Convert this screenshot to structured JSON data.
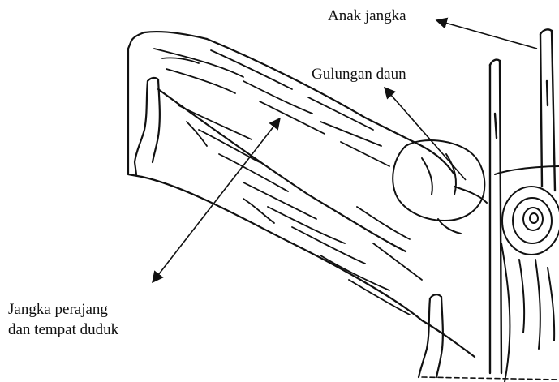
{
  "labels": {
    "anak_jangka": "Anak jangka",
    "gulungan_daun": "Gulungan daun",
    "jangka_perajang_line1": "Jangka perajang",
    "jangka_perajang_line2": "dan tempat duduk"
  },
  "colors": {
    "ink": "#111111",
    "background": "#ffffff"
  }
}
